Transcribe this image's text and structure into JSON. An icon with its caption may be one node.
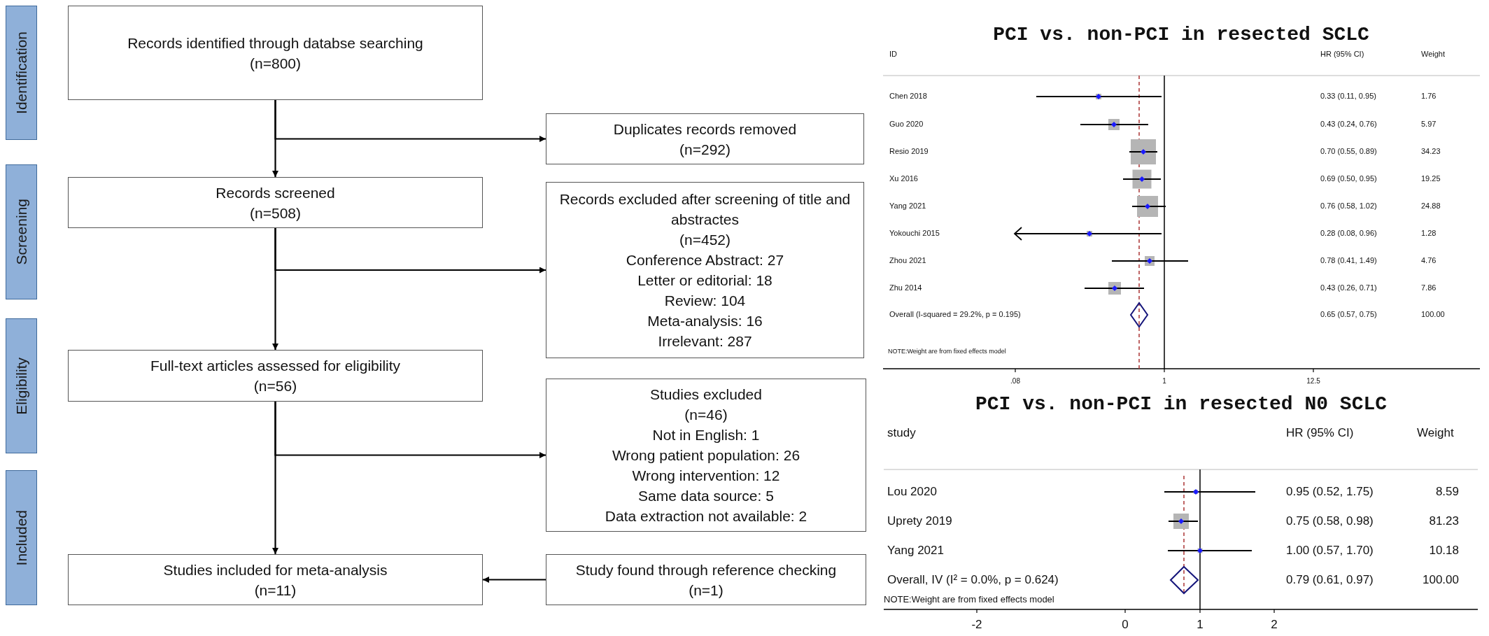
{
  "diagram": {
    "nodes": [
      {
        "text": [
          "Identification"
        ]
      },
      {
        "text": [
          "Screening"
        ]
      },
      {
        "text": [
          "Eligibility"
        ]
      },
      {
        "text": [
          "Included"
        ]
      },
      {
        "text": [
          "Records identified through databse searching",
          "(n=800)"
        ]
      },
      {
        "text": [
          "Duplicates records removed",
          "(n=292)"
        ]
      },
      {
        "text": [
          "Records screened",
          "(n=508)"
        ]
      },
      {
        "text": [
          "Records excluded after screening of title and abstractes",
          "(n=452)",
          "Conference Abstract: 27",
          "Letter or editorial: 18",
          "Review: 104",
          "Meta-analysis: 16",
          "Irrelevant: 287"
        ]
      },
      {
        "text": [
          "Full-text articles assessed for eligibility",
          "(n=56)"
        ]
      },
      {
        "text": [
          "Studies excluded",
          "(n=46)",
          "Not in English: 1",
          "Wrong patient population: 26",
          "Wrong intervention: 12",
          "Same data source: 5",
          "Data extraction not available: 2"
        ]
      },
      {
        "text": [
          "Studies included for meta-analysis",
          "(n=11)"
        ]
      },
      {
        "text": [
          "Study found through reference checking",
          "(n=1)"
        ]
      }
    ],
    "edges": [
      {
        "from": 4,
        "to": 6,
        "arrow": "to"
      },
      {
        "from": 4,
        "to": 5,
        "arrow": "to"
      },
      {
        "from": 6,
        "to": 8,
        "arrow": "to"
      },
      {
        "from": 6,
        "to": 7,
        "arrow": "to"
      },
      {
        "from": 8,
        "to": 10,
        "arrow": "to"
      },
      {
        "from": 8,
        "to": 9,
        "arrow": "to"
      },
      {
        "from": 11,
        "to": 10,
        "arrow": "to"
      }
    ],
    "labels": [
      "PCI vs. non-PCI in resected SCLC",
      "ID",
      "HR (95% CI)",
      "Weight",
      "Chen 2018",
      "0.33 (0.11, 0.95)",
      "1.76",
      "Guo 2020",
      "0.43 (0.24, 0.76)",
      "5.97",
      "Resio 2019",
      "0.70 (0.55, 0.89)",
      "34.23",
      "Xu 2016",
      "0.69 (0.50, 0.95)",
      "19.25",
      "Yang 2021",
      "0.76 (0.58, 1.02)",
      "24.88",
      "Yokouchi 2015",
      "0.28 (0.08, 0.96)",
      "1.28",
      "Zhou 2021",
      "0.78 (0.41, 1.49)",
      "4.76",
      "Zhu 2014",
      "0.43 (0.26, 0.71)",
      "7.86",
      "Overall  (I-squared = 29.2%, p = 0.195)",
      "0.65 (0.57, 0.75)",
      "100.00",
      "NOTE:Weight are from fixed effects model",
      ".08",
      "1",
      "12.5",
      "PCI vs. non-PCI in resected N0 SCLC",
      "study",
      "HR (95% CI)",
      "Weight",
      "Lou 2020",
      "0.95 (0.52, 1.75)",
      "8.59",
      "Uprety 2019",
      "0.75 (0.58, 0.98)",
      "81.23",
      "Yang 2021",
      "1.00 (0.57, 1.70)",
      "10.18",
      "Overall, IV (I² = 0.0%, p = 0.624)",
      "0.79 (0.61, 0.97)",
      "100.00",
      "NOTE:Weight are from fixed effects model",
      "-2",
      "0",
      "1",
      "2"
    ]
  }
}
